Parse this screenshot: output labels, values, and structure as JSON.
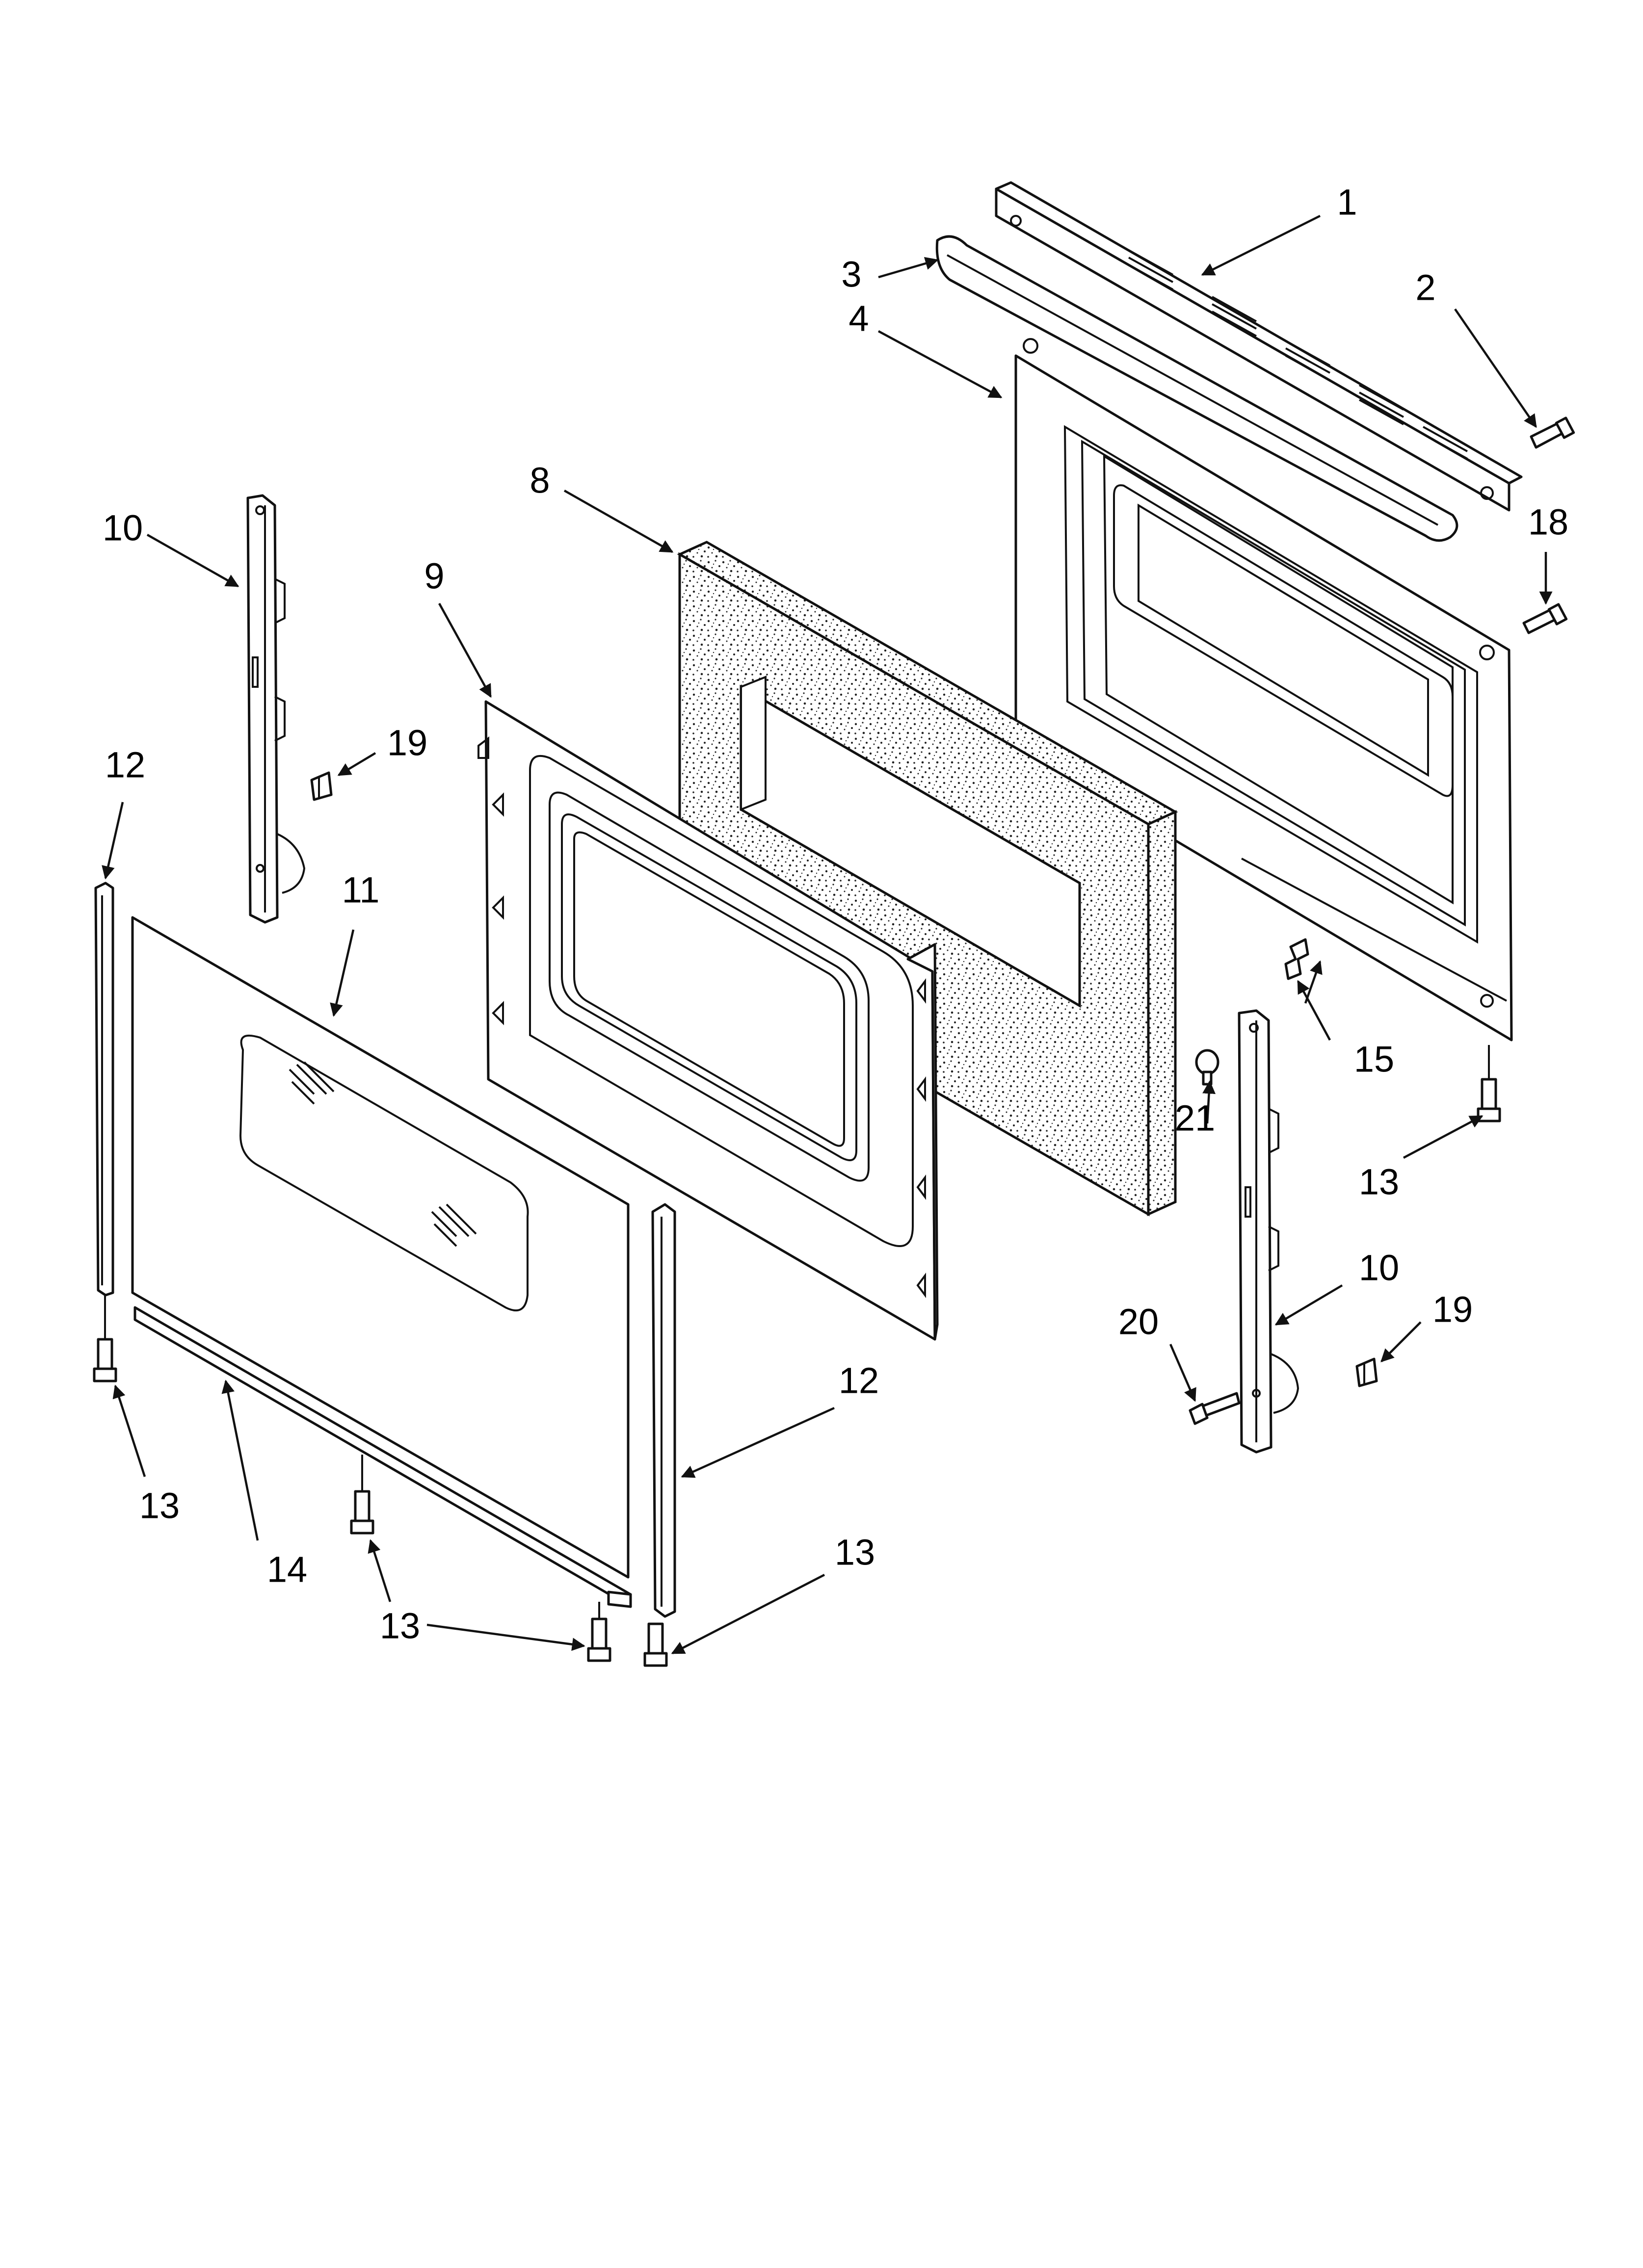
{
  "diagram": {
    "type": "exploded-parts-view",
    "subject": "oven door assembly",
    "colors": {
      "line": "#111111",
      "background": "#ffffff",
      "insulation_fill": "pattern"
    },
    "callouts": [
      {
        "id": "c1",
        "label": "1"
      },
      {
        "id": "c2",
        "label": "2"
      },
      {
        "id": "c3",
        "label": "3"
      },
      {
        "id": "c4",
        "label": "4"
      },
      {
        "id": "c8",
        "label": "8"
      },
      {
        "id": "c9",
        "label": "9"
      },
      {
        "id": "c10a",
        "label": "10"
      },
      {
        "id": "c10b",
        "label": "10"
      },
      {
        "id": "c11",
        "label": "11"
      },
      {
        "id": "c12a",
        "label": "12"
      },
      {
        "id": "c12b",
        "label": "12"
      },
      {
        "id": "c13a",
        "label": "13"
      },
      {
        "id": "c13b",
        "label": "13"
      },
      {
        "id": "c13c",
        "label": "13"
      },
      {
        "id": "c13d",
        "label": "13"
      },
      {
        "id": "c14",
        "label": "14"
      },
      {
        "id": "c15",
        "label": "15"
      },
      {
        "id": "c18",
        "label": "18"
      },
      {
        "id": "c19a",
        "label": "19"
      },
      {
        "id": "c19b",
        "label": "19"
      },
      {
        "id": "c20",
        "label": "20"
      },
      {
        "id": "c21",
        "label": "21"
      }
    ]
  }
}
